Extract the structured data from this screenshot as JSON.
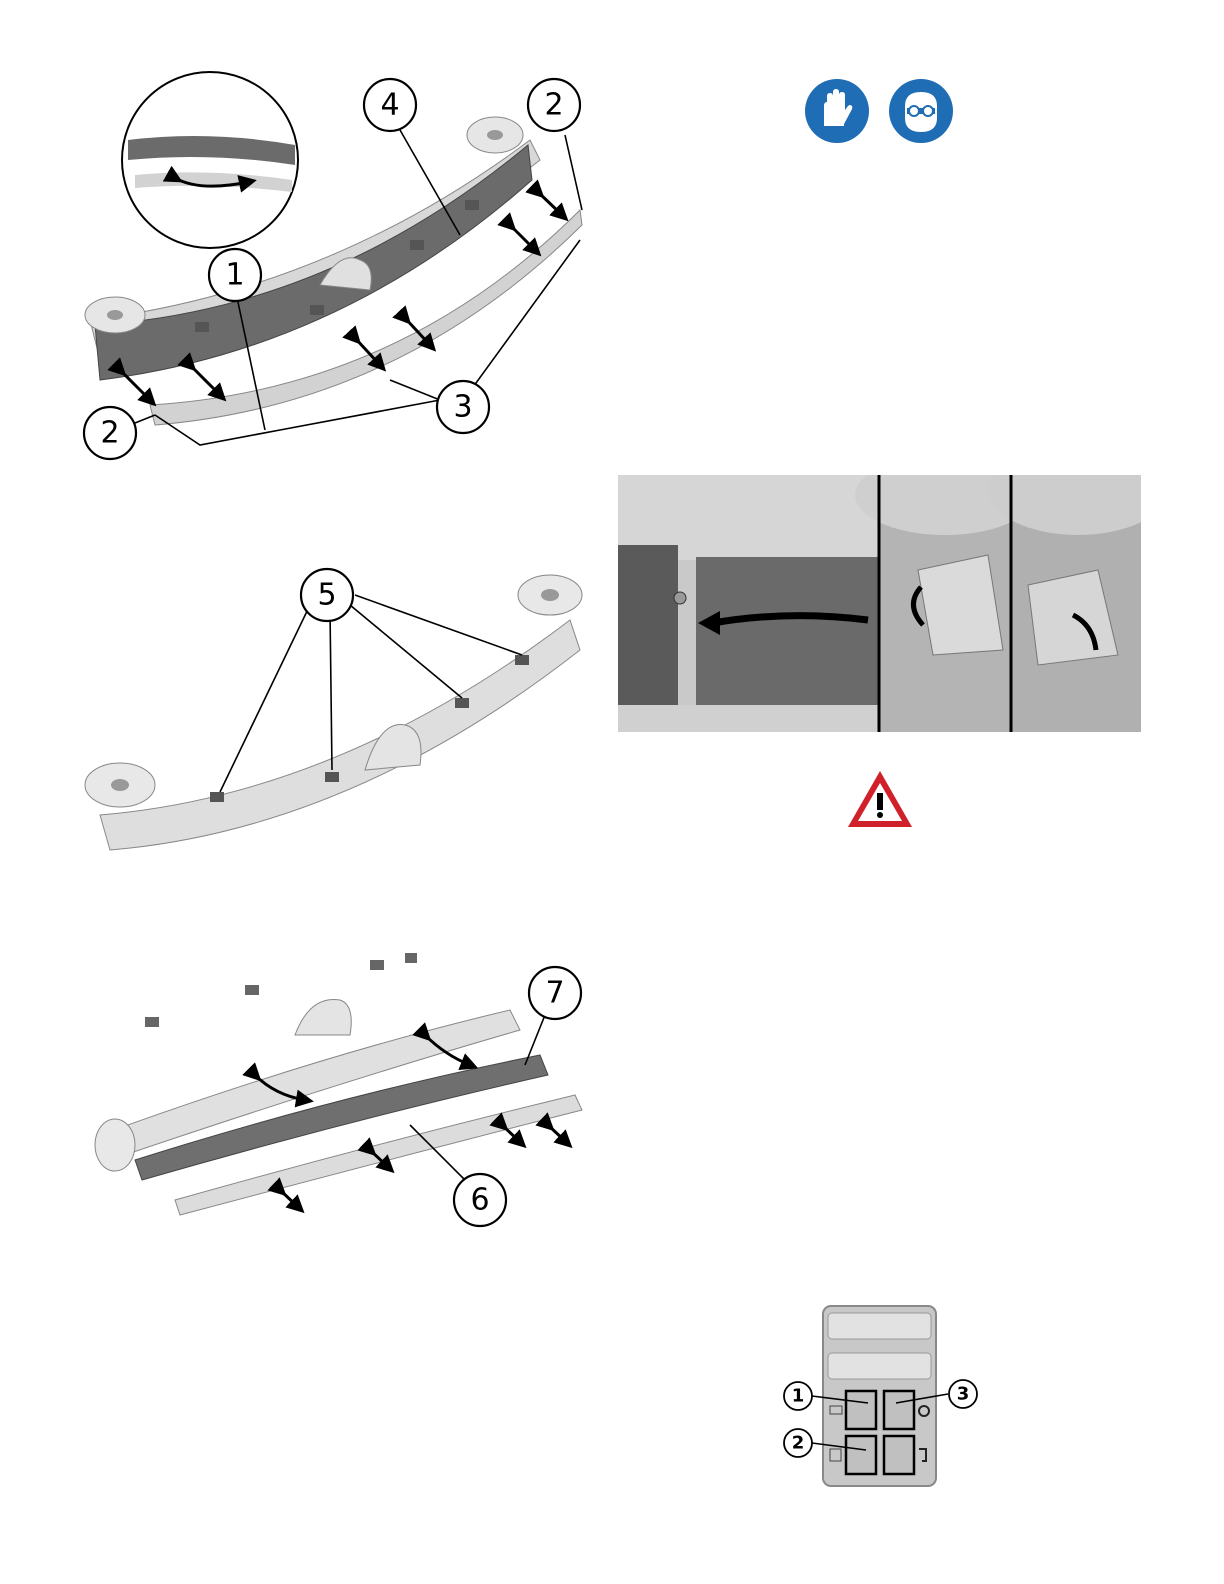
{
  "figure1": {
    "callouts": [
      "1",
      "2",
      "2",
      "3",
      "4"
    ]
  },
  "figure2": {
    "callouts": [
      "5"
    ]
  },
  "figure3": {
    "callouts": [
      "6",
      "7"
    ]
  },
  "ppe_icons": [
    "gloves-icon",
    "safety-goggles-icon"
  ],
  "warning_icon": "warning-triangle-icon",
  "colors": {
    "ppe_blue": "#1f6db5",
    "warning_red": "#d0202a",
    "panel_gray": "#c8c8c8"
  },
  "control_panel": {
    "callouts": [
      "1",
      "2",
      "3"
    ]
  }
}
